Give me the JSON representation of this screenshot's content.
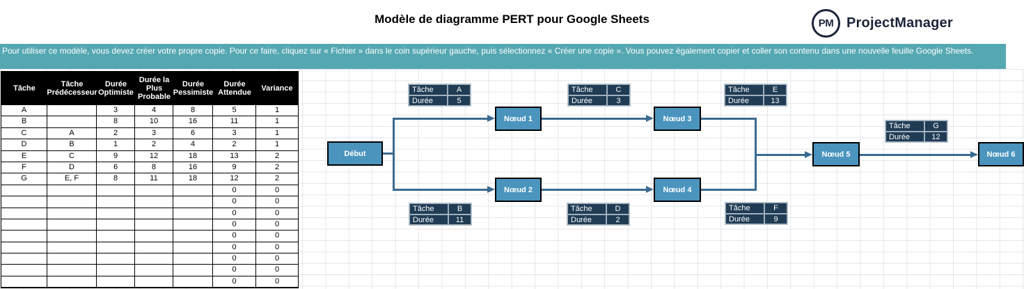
{
  "header": {
    "title": "Modèle de diagramme PERT pour Google Sheets",
    "logo_monogram": "PM",
    "logo_brand": "ProjectManager"
  },
  "banner": {
    "text": "Pour utiliser ce modèle, vous devez créer votre propre copie. Pour ce faire, cliquez sur « Fichier » dans le coin supérieur gauche, puis sélectionnez « Créer une copie ». Vous pouvez également copier et coller son contenu dans une nouvelle feuille Google Sheets."
  },
  "task_table": {
    "columns": [
      "Tâche",
      "Tâche Prédécesseur",
      "Durée Optimiste",
      "Durée la Plus Probable",
      "Durée Pessimiste",
      "Durée Attendue",
      "Variance"
    ],
    "rows": [
      [
        "A",
        "",
        "3",
        "4",
        "8",
        "5",
        "1"
      ],
      [
        "B",
        "",
        "8",
        "10",
        "16",
        "11",
        "1"
      ],
      [
        "C",
        "A",
        "2",
        "3",
        "6",
        "3",
        "1"
      ],
      [
        "D",
        "B",
        "1",
        "2",
        "4",
        "2",
        "1"
      ],
      [
        "E",
        "C",
        "9",
        "12",
        "18",
        "13",
        "2"
      ],
      [
        "F",
        "D",
        "6",
        "8",
        "16",
        "9",
        "2"
      ],
      [
        "G",
        "E, F",
        "8",
        "11",
        "18",
        "12",
        "2"
      ],
      [
        "",
        "",
        "",
        "",
        "",
        "0",
        "0"
      ],
      [
        "",
        "",
        "",
        "",
        "",
        "0",
        "0"
      ],
      [
        "",
        "",
        "",
        "",
        "",
        "0",
        "0"
      ],
      [
        "",
        "",
        "",
        "",
        "",
        "0",
        "0"
      ],
      [
        "",
        "",
        "",
        "",
        "",
        "0",
        "0"
      ],
      [
        "",
        "",
        "",
        "",
        "",
        "0",
        "0"
      ],
      [
        "",
        "",
        "",
        "",
        "",
        "0",
        "0"
      ],
      [
        "",
        "",
        "",
        "",
        "",
        "0",
        "0"
      ],
      [
        "",
        "",
        "",
        "",
        "",
        "0",
        "0"
      ]
    ]
  },
  "diagram": {
    "captions": {
      "task": "Tâche",
      "duration": "Durée"
    },
    "nodes": [
      {
        "id": "debut",
        "label": "Début"
      },
      {
        "id": "node1",
        "label": "Nœud 1"
      },
      {
        "id": "node2",
        "label": "Nœud 2"
      },
      {
        "id": "node3",
        "label": "Nœud 3"
      },
      {
        "id": "node4",
        "label": "Nœud 4"
      },
      {
        "id": "node5",
        "label": "Nœud 5"
      },
      {
        "id": "node6",
        "label": "Nœud 6"
      }
    ],
    "task_labels": [
      {
        "id": "A",
        "task": "A",
        "duration": "5"
      },
      {
        "id": "C",
        "task": "C",
        "duration": "3"
      },
      {
        "id": "E",
        "task": "E",
        "duration": "13"
      },
      {
        "id": "G",
        "task": "G",
        "duration": "12"
      },
      {
        "id": "B",
        "task": "B",
        "duration": "11"
      },
      {
        "id": "D",
        "task": "D",
        "duration": "2"
      },
      {
        "id": "F",
        "task": "F",
        "duration": "9"
      }
    ]
  },
  "colors": {
    "banner_bg": "#55a8b2",
    "node_fill": "#4a94be",
    "node_border": "#000000",
    "label_bg": "#203c55",
    "connector": "#3b6a8f",
    "brand_navy": "#1b2439",
    "grid_line": "#e3e6ea"
  }
}
